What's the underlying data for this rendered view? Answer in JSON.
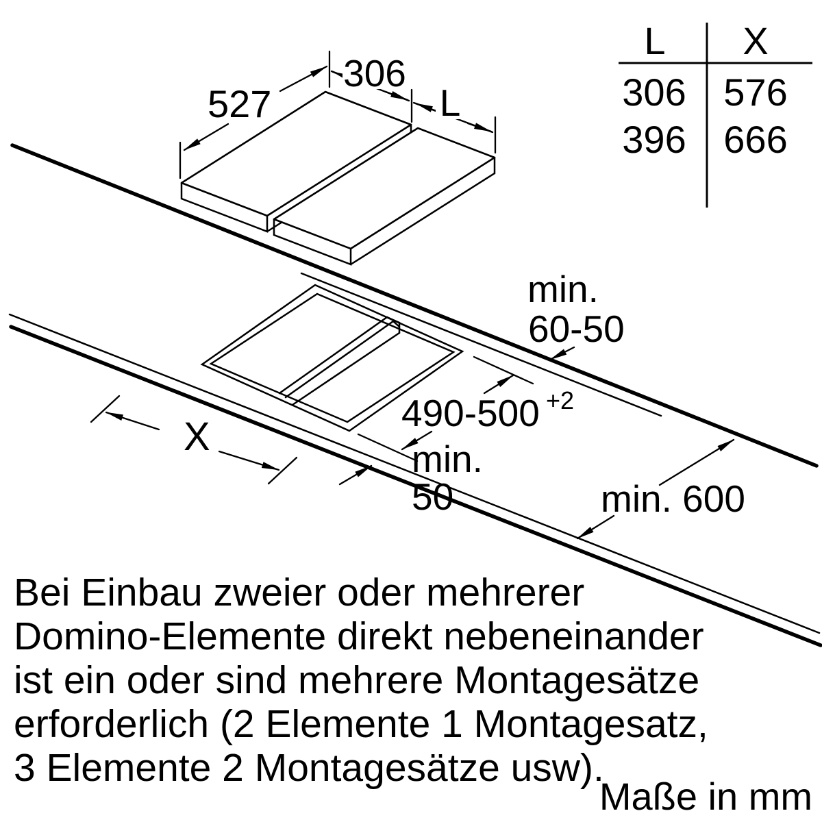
{
  "colors": {
    "ink": "#000000",
    "paper": "#ffffff"
  },
  "top_view": {
    "dim_depth": "527",
    "dim_width_fixed": "306",
    "dim_width_variable": "L"
  },
  "size_table": {
    "columns": [
      "L",
      "X"
    ],
    "rows": [
      [
        "306",
        "576"
      ],
      [
        "396",
        "666"
      ]
    ]
  },
  "installation_view": {
    "dim_cutout_width": "X",
    "rear_clearance_line1": "min.",
    "rear_clearance_line2": "60-50",
    "cutout_depth_value": "490-500",
    "cutout_depth_tolerance": "+2",
    "front_web_line1": "min.",
    "front_web_line2": "50",
    "worktop_depth": "min. 600"
  },
  "note": {
    "lines": [
      "Bei Einbau zweier oder mehrerer",
      "Domino-Elemente direkt nebeneinander",
      "ist ein oder sind mehrere Montagesätze",
      "erforderlich (2 Elemente 1 Montagesatz,",
      "3 Elemente 2 Montagesätze usw)."
    ]
  },
  "footer": {
    "units_label": "Maße in mm"
  }
}
